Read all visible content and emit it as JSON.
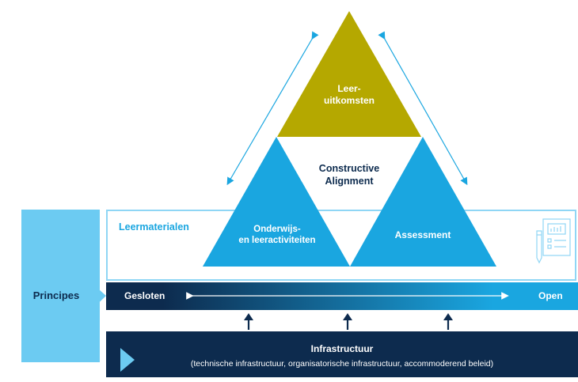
{
  "triangle": {
    "top_label_line1": "Leer-",
    "top_label_line2": "uitkomsten",
    "center_label_line1": "Constructive",
    "center_label_line2": "Alignment",
    "left_label_line1": "Onderwijs-",
    "left_label_line2": "en leeractiviteiten",
    "right_label": "Assessment"
  },
  "leermaterialen": {
    "label": "Leermaterialen",
    "icon": "document-chart-icon"
  },
  "principes": {
    "label": "Principes"
  },
  "spectrum": {
    "left_label": "Gesloten",
    "right_label": "Open"
  },
  "infrastructuur": {
    "title": "Infrastructuur",
    "subtitle": "(technische infrastructuur, organisatorische infrastructuur, accommoderend beleid)"
  },
  "colors": {
    "navy": "#0d2b4e",
    "sky_blue": "#1aa6e0",
    "light_blue": "#6ccbf2",
    "olive": "#b5a800"
  }
}
